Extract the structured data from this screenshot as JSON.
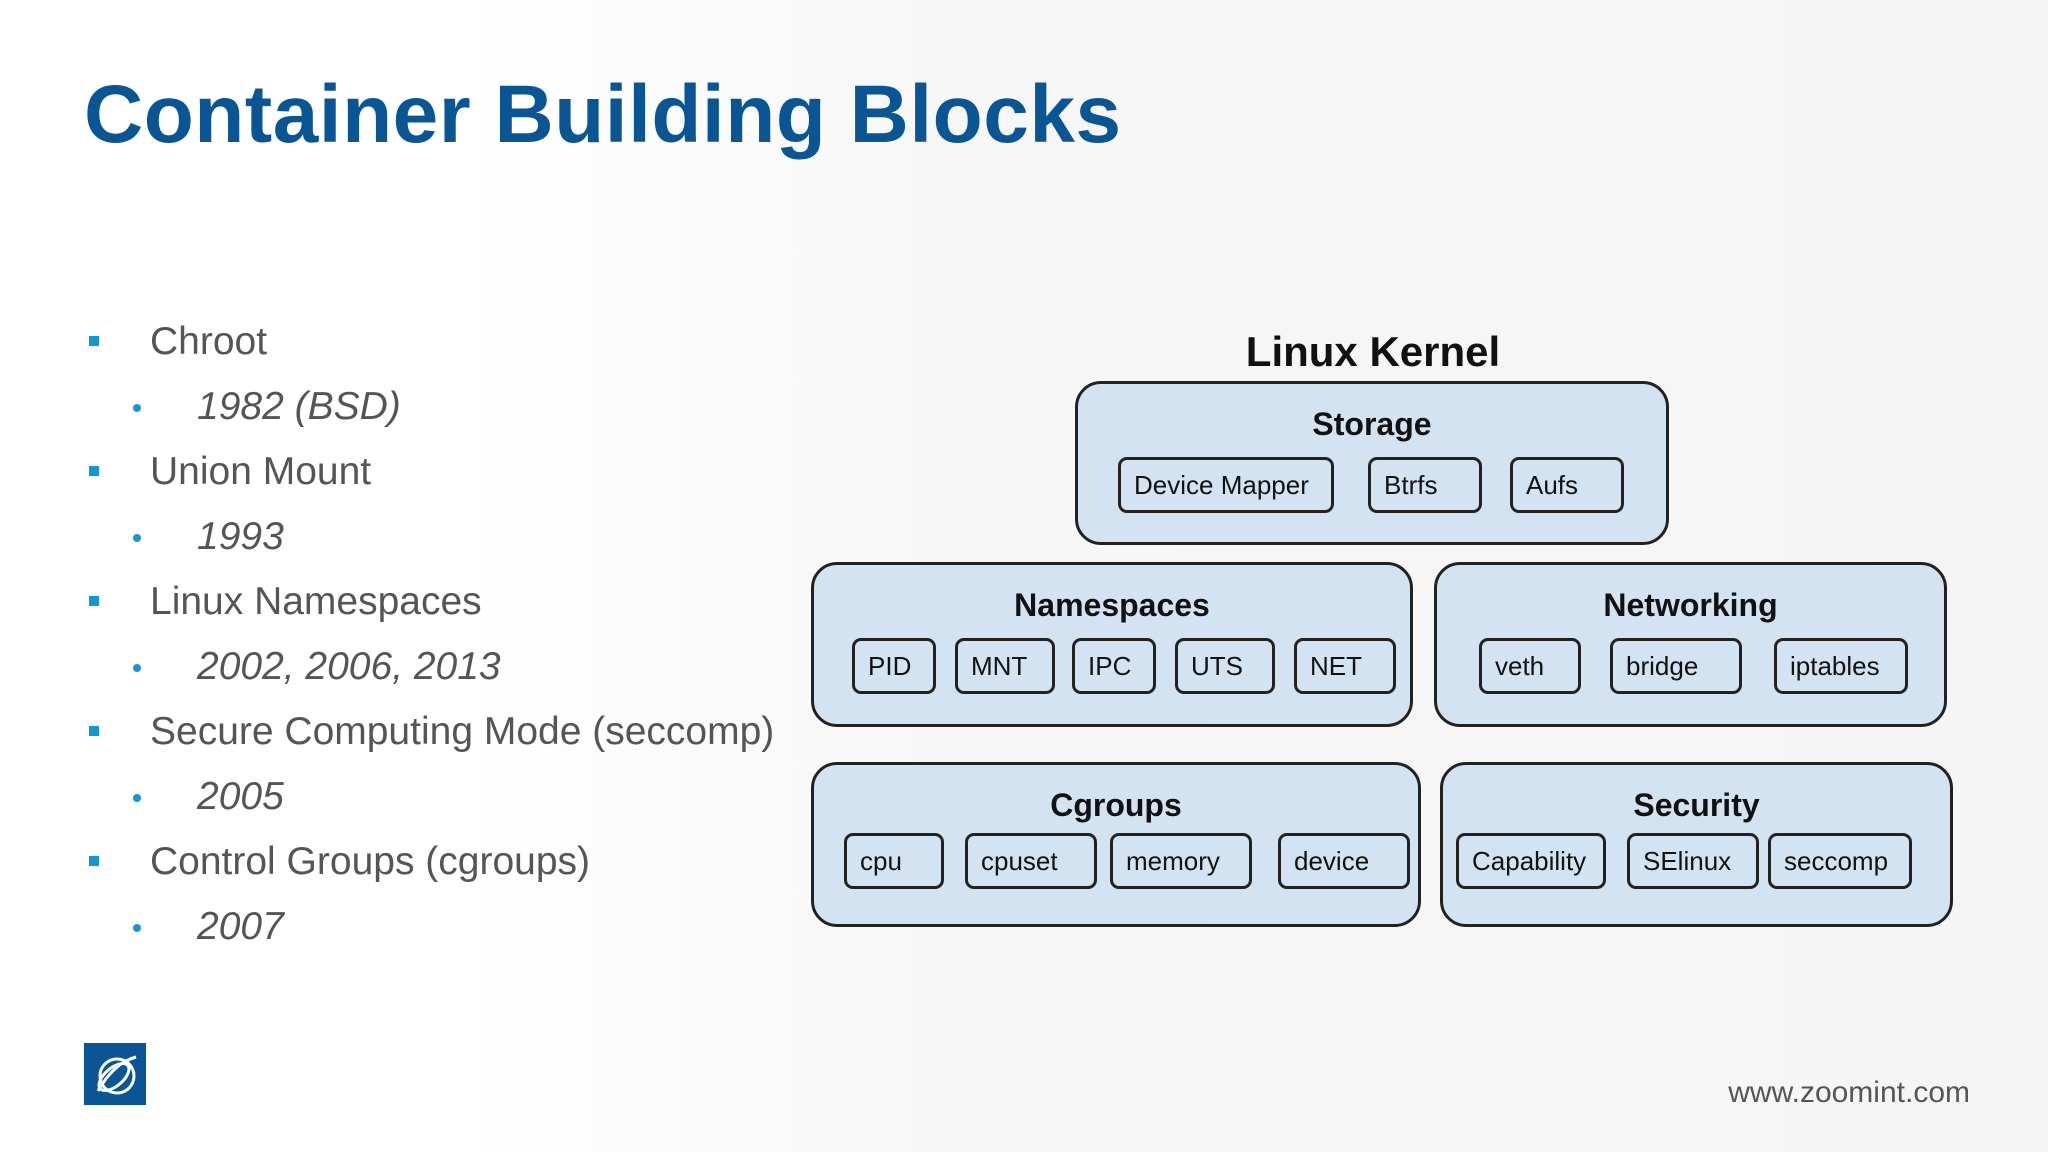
{
  "slide": {
    "title": "Container Building Blocks",
    "footer_url": "www.zoomint.com",
    "logo_icon": "zoomint-logo"
  },
  "bullets": [
    {
      "text": "Chroot",
      "sub": "1982 (BSD)"
    },
    {
      "text": "Union Mount",
      "sub": "1993"
    },
    {
      "text": "Linux Namespaces",
      "sub": "2002, 2006, 2013"
    },
    {
      "text": "Secure Computing Mode (seccomp)",
      "sub": "2005"
    },
    {
      "text": "Control Groups (cgroups)",
      "sub": "2007"
    }
  ],
  "diagram": {
    "title": "Linux Kernel",
    "groups": {
      "storage": {
        "title": "Storage",
        "items": [
          "Device Mapper",
          "Btrfs",
          "Aufs"
        ]
      },
      "namespaces": {
        "title": "Namespaces",
        "items": [
          "PID",
          "MNT",
          "IPC",
          "UTS",
          "NET"
        ]
      },
      "networking": {
        "title": "Networking",
        "items": [
          "veth",
          "bridge",
          "iptables"
        ]
      },
      "cgroups": {
        "title": "Cgroups",
        "items": [
          "cpu",
          "cpuset",
          "memory",
          "device"
        ]
      },
      "security": {
        "title": "Security",
        "items": [
          "Capability",
          "SElinux",
          "seccomp"
        ]
      }
    }
  },
  "colors": {
    "title": "#0a5594",
    "bullet_marker": "#1296d6",
    "box_fill": "#d4e3f1",
    "box_border": "#222222",
    "text": "#555555"
  }
}
